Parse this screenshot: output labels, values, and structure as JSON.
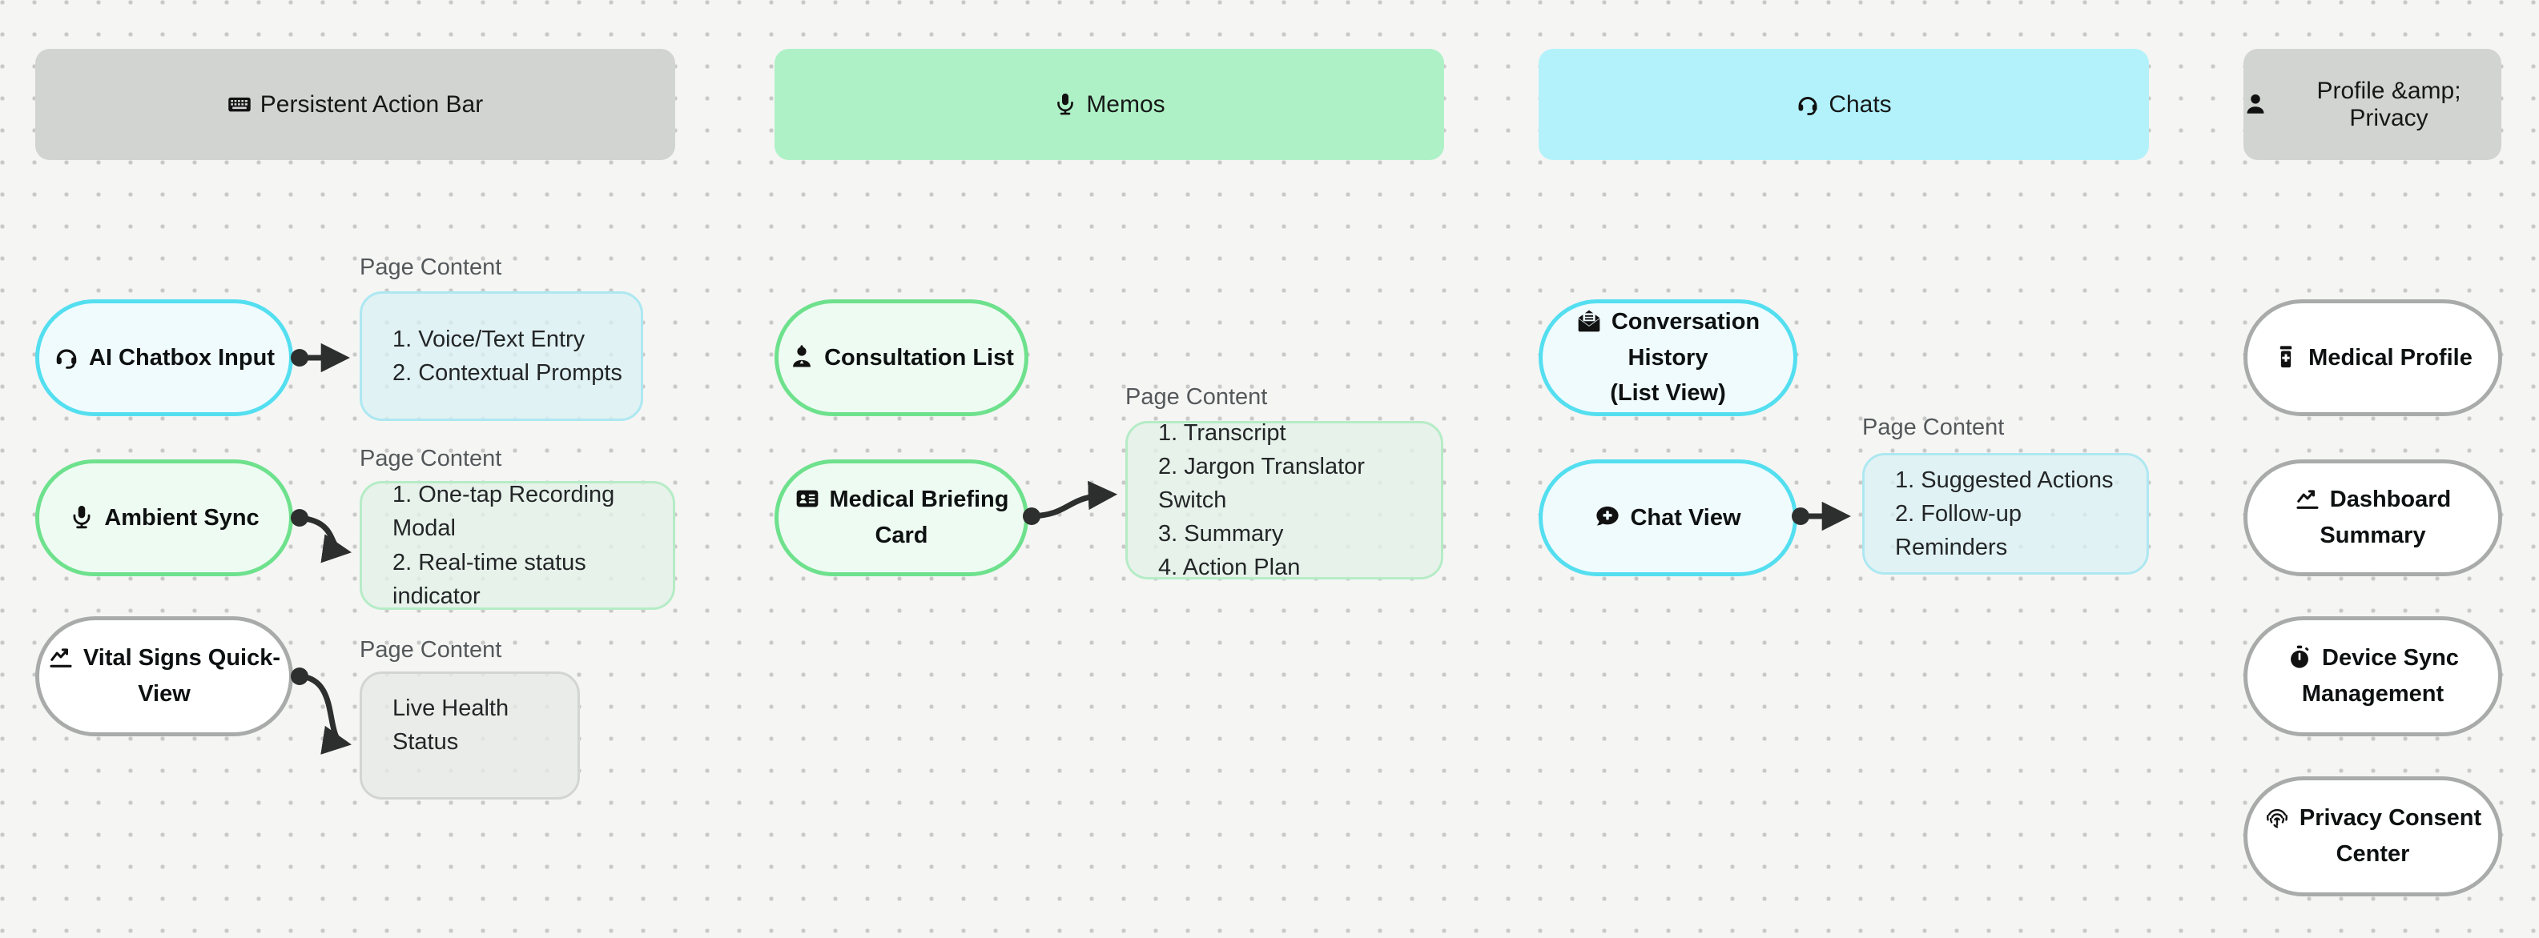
{
  "app": {
    "description_label": "Flow diagram canvas of app screens",
    "page_content_label": "Page Content"
  },
  "colors": {
    "canvas_bg": "#f5f5f4",
    "grid_dot": "#c9c9c9",
    "header_gray": "#d2d4d2",
    "header_green": "#aff1c6",
    "header_cyan": "#b3f2fb",
    "node_border_cyan": "#54dff0",
    "node_border_green": "#6ee18d",
    "node_border_gray": "#a9abaa",
    "arrow": "#2d2f2e"
  },
  "headers": {
    "action_bar": {
      "label": "Persistent Action Bar",
      "icon": "keyboard"
    },
    "memos": {
      "label": "Memos",
      "icon": "microphone"
    },
    "chats": {
      "label": "Chats",
      "icon": "headset"
    },
    "profile_privacy": {
      "label": "Profile &amp; Privacy",
      "icon": "user"
    }
  },
  "nodes": {
    "ai_chatbox_input": {
      "lines": [
        "AI Chatbox Input"
      ],
      "icon": "headset"
    },
    "ambient_sync": {
      "lines": [
        "Ambient Sync"
      ],
      "icon": "microphone"
    },
    "vital_signs_quick_view": {
      "lines": [
        "Vital Signs Quick-",
        "View"
      ],
      "icon": "chart-line"
    },
    "consultation_list": {
      "lines": [
        "Consultation List"
      ],
      "icon": "user-doctor"
    },
    "medical_briefing_card": {
      "lines": [
        "Medical Briefing Card"
      ],
      "icon": "id-card"
    },
    "conversation_history": {
      "lines": [
        "Conversation History",
        "(List View)"
      ],
      "icon": "envelope-open-text"
    },
    "chat_view": {
      "lines": [
        "Chat View"
      ],
      "icon": "comment-medical"
    },
    "medical_profile": {
      "lines": [
        "Medical Profile"
      ],
      "icon": "prescription-bottle"
    },
    "dashboard_summary": {
      "lines": [
        "Dashboard Summary"
      ],
      "icon": "chart-line"
    },
    "device_sync_management": {
      "lines": [
        "Device Sync",
        "Management"
      ],
      "icon": "stopwatch"
    },
    "privacy_consent_center": {
      "lines": [
        "Privacy Consent",
        "Center"
      ],
      "icon": "fingerprint"
    }
  },
  "content_boxes": {
    "ai_chatbox": {
      "lines": [
        "1. Voice/Text Entry",
        "2. Contextual Prompts"
      ]
    },
    "ambient_sync": {
      "lines": [
        "1. One-tap Recording Modal",
        "2. Real-time status indicator"
      ]
    },
    "vital_signs": {
      "lines": [
        "Live Health Status"
      ]
    },
    "medical_briefing": {
      "lines": [
        "1. Transcript",
        "2. Jargon Translator Switch",
        "3. Summary",
        "4. Action Plan"
      ]
    },
    "chat_view": {
      "lines": [
        "1. Suggested Actions",
        "2. Follow-up Reminders"
      ]
    }
  }
}
